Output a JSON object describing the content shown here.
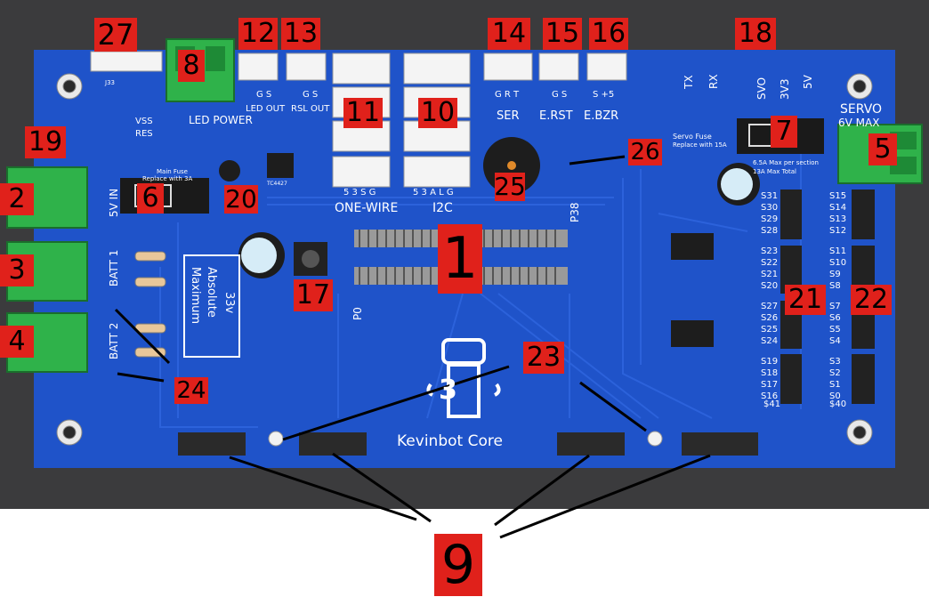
{
  "board": {
    "title": "Kevinbot Core",
    "colors": {
      "pcb": "#1f53c9",
      "silkscreen": "#ffffff",
      "background": "#3b3b3d",
      "callout": "#e0211b",
      "terminal": "#2fb24a"
    },
    "labels": {
      "led_power": "LED POWER",
      "led_out": "LED OUT",
      "rsl_out": "RSL OUT",
      "gs1": "G S",
      "gs2": "G S",
      "grt": "G R T",
      "gs3": "G S",
      "s5": "S +5",
      "ser": "SER",
      "erst": "E.RST",
      "ebzr": "E.BZR",
      "tx": "TX",
      "rx": "RX",
      "svo": "SVO",
      "v3v3": "3V3",
      "v5": "5V",
      "servo": "SERVO",
      "servo_max": "6V MAX",
      "servo_fuse": "Servo Fuse",
      "servo_fuse2": "Replace with 15A",
      "section_max": "6.5A Max per section",
      "total_max": "13A Max Total",
      "vss": "VSS",
      "res": "RES",
      "v5in": "5V IN",
      "main_fuse": "Main Fuse",
      "main_fuse2": "Replace with 3A",
      "batt1": "BATT 1",
      "batt2": "BATT 2",
      "abs_max_1": "33v",
      "abs_max_2": "Absolute",
      "abs_max_3": "Maximum",
      "one_wire": "ONE-WIRE",
      "i2c": "I2C",
      "ow_pins": "5 3 S G",
      "i2c_pins": "5 3 A L G",
      "p38": "P38",
      "p0": "P0",
      "s41": "$41",
      "s40": "$40",
      "j33": "J33",
      "tc4427": "TC4427"
    },
    "servo_left": [
      "S31",
      "S30",
      "S29",
      "S28",
      "S23",
      "S22",
      "S21",
      "S20",
      "S27",
      "S26",
      "S25",
      "S24",
      "S19",
      "S18",
      "S17",
      "S16"
    ],
    "servo_right": [
      "S15",
      "S14",
      "S13",
      "S12",
      "S11",
      "S10",
      "S9",
      "S8",
      "S7",
      "S6",
      "S5",
      "S4",
      "S3",
      "S2",
      "S1",
      "S0"
    ]
  },
  "callouts": [
    "1",
    "2",
    "3",
    "4",
    "5",
    "6",
    "7",
    "8",
    "9",
    "10",
    "11",
    "12",
    "13",
    "14",
    "15",
    "16",
    "17",
    "18",
    "19",
    "20",
    "21",
    "22",
    "23",
    "24",
    "25",
    "26",
    "27"
  ]
}
